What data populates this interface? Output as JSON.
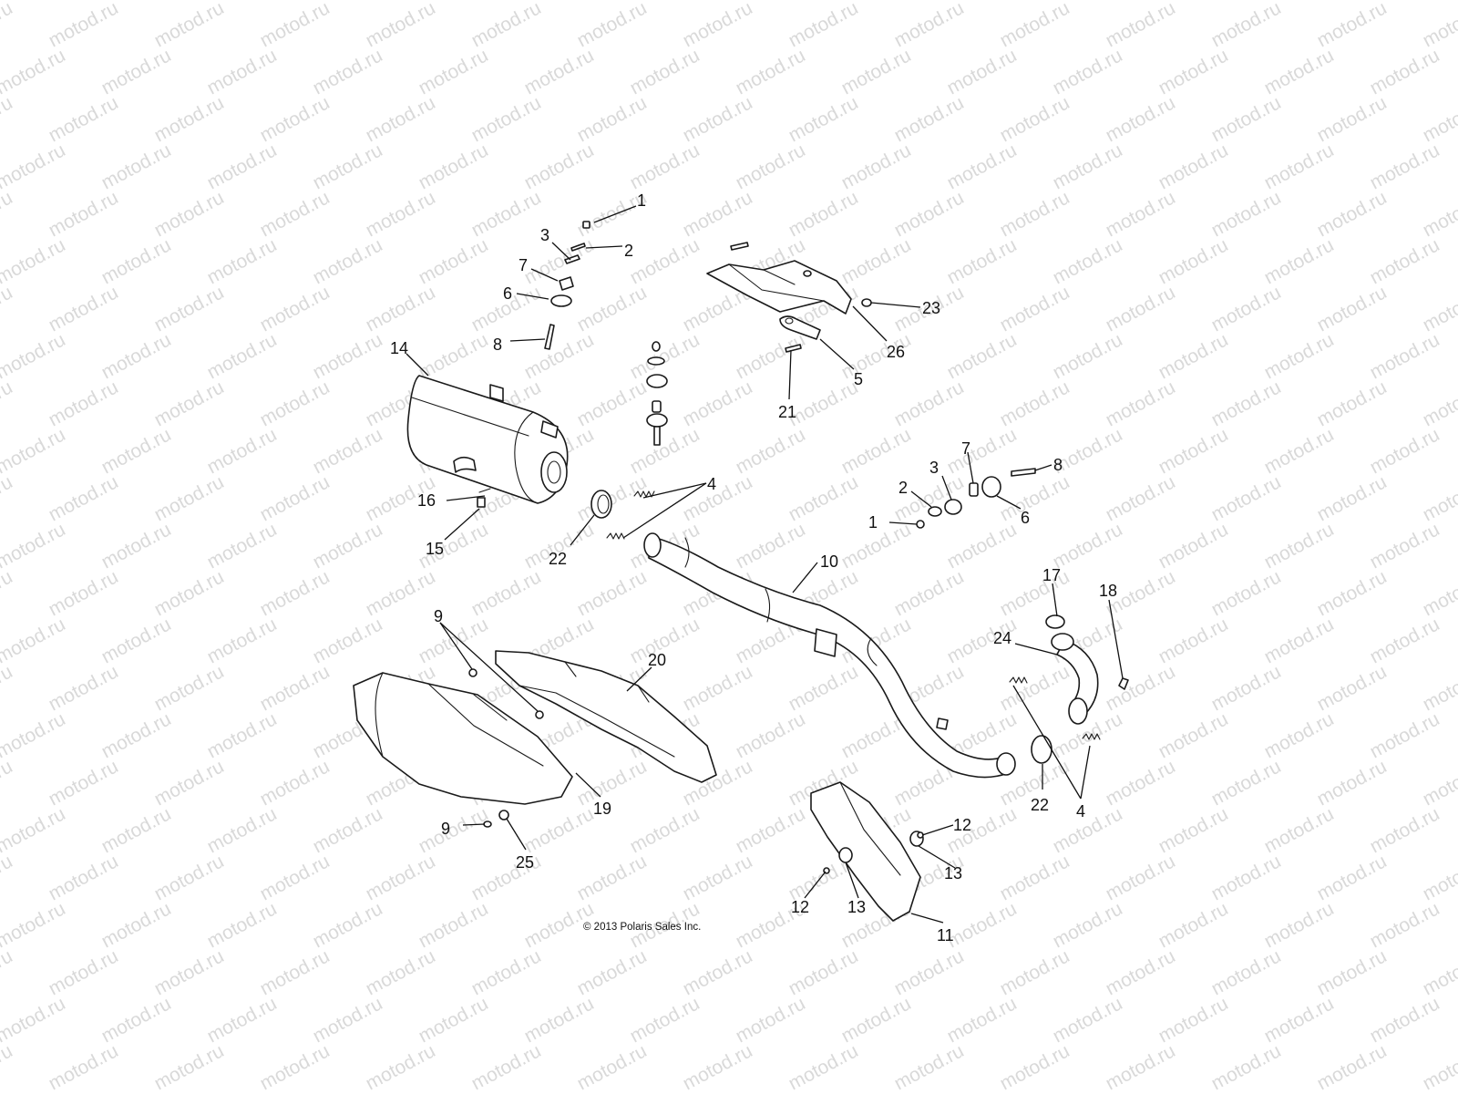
{
  "watermark": "motod.ru",
  "copyright": "© 2013 Polaris Sales Inc.",
  "labels": {
    "l1a": "1",
    "l2a": "2",
    "l3a": "3",
    "l7a": "7",
    "l6a": "6",
    "l8a": "8",
    "l14": "14",
    "l16": "16",
    "l15": "15",
    "l22a": "22",
    "l4a": "4",
    "l23": "23",
    "l26": "26",
    "l5": "5",
    "l21": "21",
    "l3b": "3",
    "l7b": "7",
    "l8b": "8",
    "l2b": "2",
    "l6b": "6",
    "l1b": "1",
    "l10": "10",
    "l17": "17",
    "l18": "18",
    "l24": "24",
    "l22b": "22",
    "l4b": "4",
    "l9a": "9",
    "l20": "20",
    "l19": "19",
    "l9b": "9",
    "l25": "25",
    "l12a": "12",
    "l13a": "13",
    "l12b": "12",
    "l13b": "13",
    "l11": "11"
  }
}
